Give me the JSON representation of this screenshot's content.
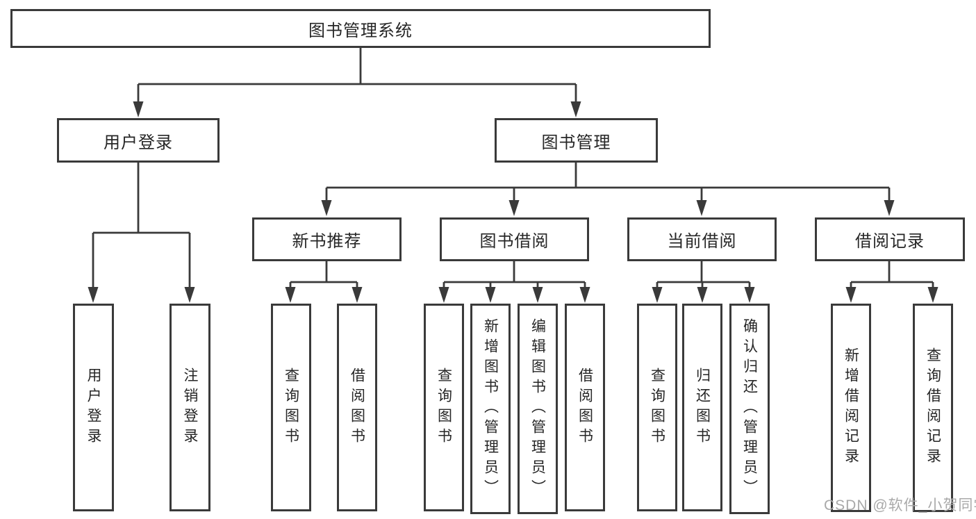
{
  "nodes": {
    "root": "图书管理系统",
    "l2_login": "用户登录",
    "l2_mgmt": "图书管理",
    "l3_recommend": "新书推荐",
    "l3_borrow": "图书借阅",
    "l3_current": "当前借阅",
    "l3_records": "借阅记录",
    "l4_login_user": "用户登录",
    "l4_login_logout": "注销登录",
    "l4_rec_query": "查询图书",
    "l4_rec_borrow": "借阅图书",
    "l4_bor_query": "查询图书",
    "l4_bor_add": "新增图书（管理员）",
    "l4_bor_edit": "编辑图书（管理员）",
    "l4_bor_borrow": "借阅图书",
    "l4_cur_query": "查询图书",
    "l4_cur_return": "归还图书",
    "l4_cur_confirm": "确认归还（管理员）",
    "l4_rek_add": "新增借阅记录",
    "l4_rek_query": "查询借阅记录"
  },
  "watermark": "CSDN @软件_小贺同学",
  "colors": {
    "line": "#3a3a3a",
    "text": "#262626",
    "watermark": "#a9a9a9",
    "background": "#ffffff"
  }
}
